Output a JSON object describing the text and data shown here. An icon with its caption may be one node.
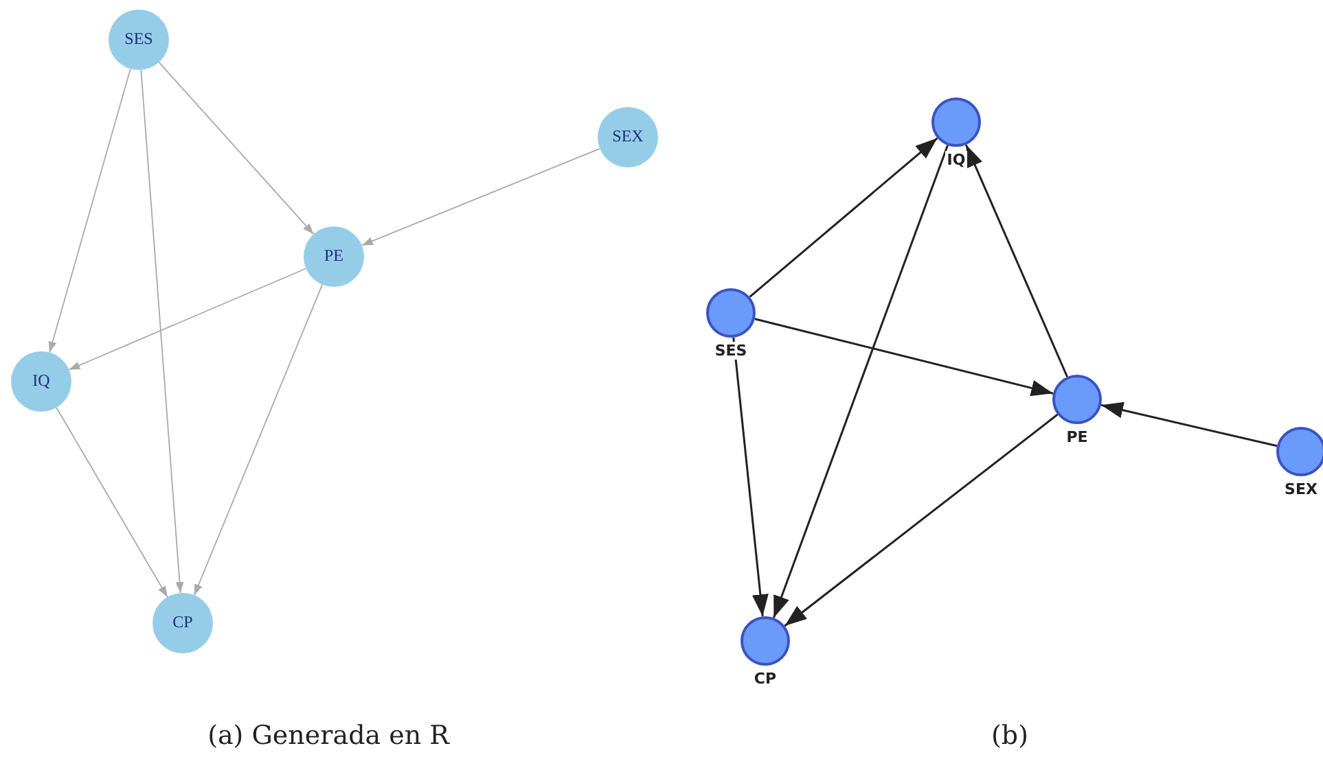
{
  "diagram": {
    "nodes": [
      {
        "text": [
          "SES"
        ]
      },
      {
        "text": [
          "SEX"
        ]
      },
      {
        "text": [
          "PE"
        ]
      },
      {
        "text": [
          "IQ"
        ]
      },
      {
        "text": [
          "CP"
        ]
      },
      {
        "text": [
          "IQ"
        ]
      },
      {
        "text": [
          "SES"
        ]
      },
      {
        "text": [
          "PE"
        ]
      },
      {
        "text": [
          "SEX"
        ]
      },
      {
        "text": [
          "CP"
        ]
      }
    ],
    "edges": [
      {
        "from": 0,
        "to": 3,
        "arrow": "to",
        "color": "#aaaaaa"
      },
      {
        "from": 0,
        "to": 4,
        "arrow": "to",
        "color": "#aaaaaa"
      },
      {
        "from": 0,
        "to": 2,
        "arrow": "to",
        "color": "#aaaaaa"
      },
      {
        "from": 1,
        "to": 2,
        "arrow": "to",
        "color": "#aaaaaa"
      },
      {
        "from": 2,
        "to": 3,
        "arrow": "to",
        "color": "#aaaaaa"
      },
      {
        "from": 2,
        "to": 4,
        "arrow": "to",
        "color": "#aaaaaa"
      },
      {
        "from": 3,
        "to": 4,
        "arrow": "to",
        "color": "#aaaaaa"
      },
      {
        "from": 6,
        "to": 5,
        "arrow": "to",
        "color": "#222222"
      },
      {
        "from": 6,
        "to": 7,
        "arrow": "to",
        "color": "#222222"
      },
      {
        "from": 6,
        "to": 9,
        "arrow": "to",
        "color": "#222222"
      },
      {
        "from": 5,
        "to": 9,
        "arrow": "to",
        "color": "#222222"
      },
      {
        "from": 7,
        "to": 5,
        "arrow": "to",
        "color": "#222222"
      },
      {
        "from": 7,
        "to": 9,
        "arrow": "to",
        "color": "#222222"
      },
      {
        "from": 8,
        "to": 7,
        "arrow": "to",
        "color": "#222222"
      }
    ],
    "labels": [
      "(a) Generada en R",
      "(b)"
    ]
  }
}
